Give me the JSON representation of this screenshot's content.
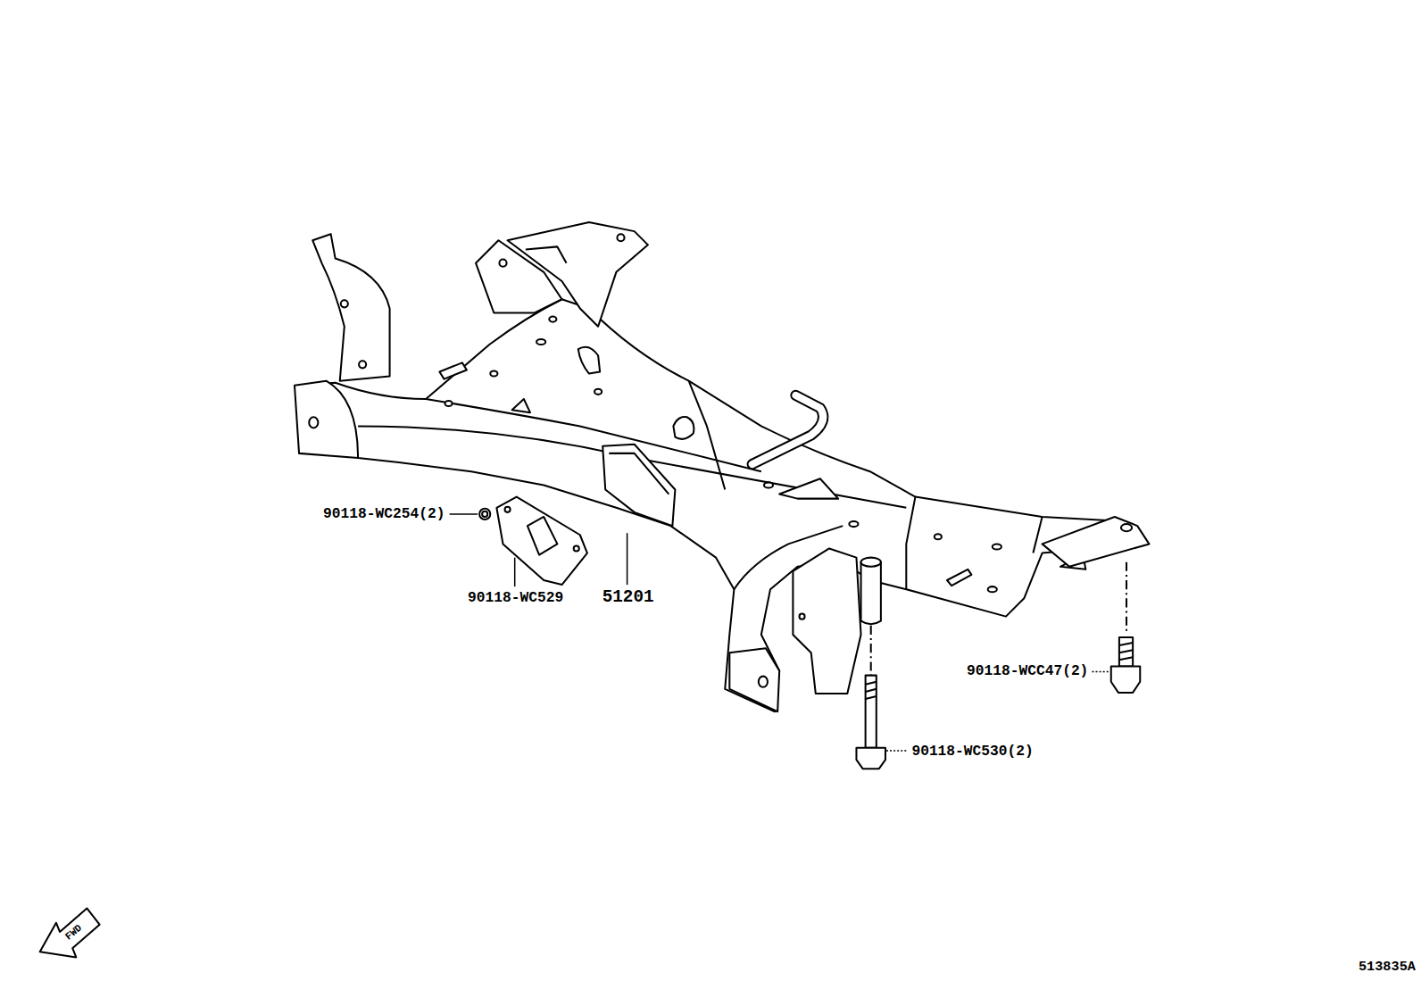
{
  "diagram": {
    "labels": [
      "90118-WC254(2)",
      "90118-WC529",
      "51201",
      "90118-WCC47(2)",
      "90118-WC530(2)",
      "FWD",
      "513835A"
    ]
  }
}
